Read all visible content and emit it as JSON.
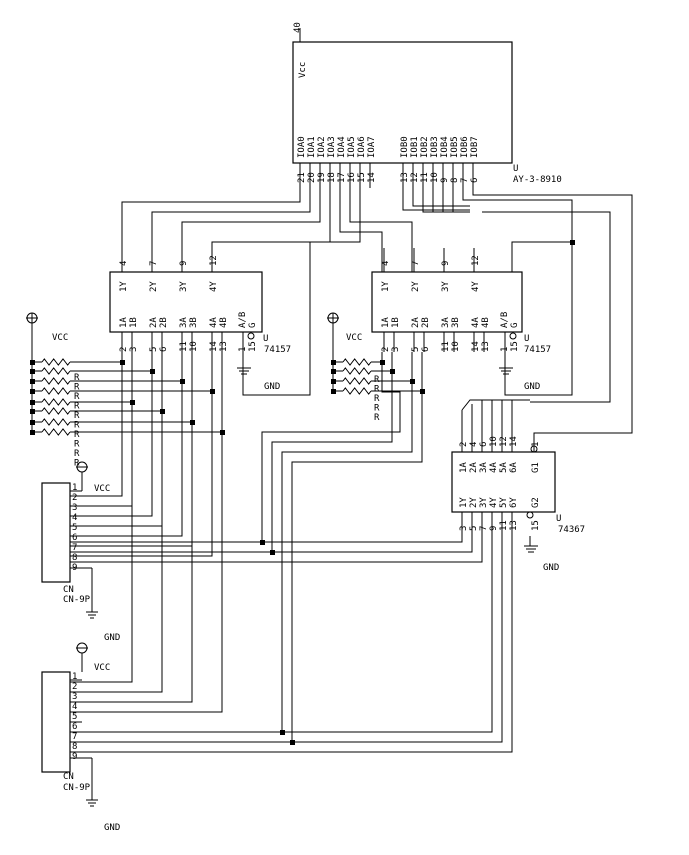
{
  "ay": {
    "name": "AY-3-8910",
    "ref": "U",
    "vcc_label": "Vcc",
    "vcc_pin": "40",
    "a_labels": [
      "IOA0",
      "IOA1",
      "IOA2",
      "IOA3",
      "IOA4",
      "IOA5",
      "IOA6",
      "IOA7"
    ],
    "a_pins": [
      "21",
      "20",
      "19",
      "18",
      "17",
      "16",
      "15",
      "14"
    ],
    "b_labels": [
      "IOB0",
      "IOB1",
      "IOB2",
      "IOB3",
      "IOB4",
      "IOB5",
      "IOB6",
      "IOB7"
    ],
    "b_pins": [
      "13",
      "12",
      "11",
      "10",
      "9",
      "8",
      "7",
      "6"
    ]
  },
  "mux1": {
    "name": "74157",
    "ref": "U",
    "y_labels": [
      "1Y",
      "2Y",
      "3Y",
      "4Y"
    ],
    "y_pins": [
      "4",
      "7",
      "9",
      "12"
    ],
    "in_labels": [
      "1A",
      "1B",
      "2A",
      "2B",
      "3A",
      "3B",
      "4A",
      "4B",
      "A/B",
      "G"
    ],
    "in_pins": [
      "2",
      "3",
      "5",
      "6",
      "11",
      "10",
      "14",
      "13",
      "1",
      "15"
    ],
    "gnd": "GND"
  },
  "mux2": {
    "name": "74157",
    "ref": "U",
    "y_labels": [
      "1Y",
      "2Y",
      "3Y",
      "4Y"
    ],
    "y_pins": [
      "4",
      "7",
      "9",
      "12"
    ],
    "in_labels": [
      "1A",
      "1B",
      "2A",
      "2B",
      "3A",
      "3B",
      "4A",
      "4B",
      "A/B",
      "G"
    ],
    "in_pins": [
      "2",
      "3",
      "5",
      "6",
      "11",
      "10",
      "14",
      "13",
      "1",
      "15"
    ],
    "gnd": "GND"
  },
  "buf": {
    "name": "74367",
    "ref": "U",
    "a_labels": [
      "1A",
      "2A",
      "3A",
      "4A",
      "5A",
      "6A"
    ],
    "a_pins": [
      "2",
      "4",
      "6",
      "10",
      "12",
      "14"
    ],
    "g1_label": "G1",
    "g1_pin": "1",
    "y_labels": [
      "1Y",
      "2Y",
      "3Y",
      "4Y",
      "5Y",
      "6Y"
    ],
    "y_pins": [
      "3",
      "5",
      "7",
      "9",
      "11",
      "13"
    ],
    "g2_label": "G2",
    "g2_pin": "15",
    "gnd": "GND"
  },
  "resistors": {
    "vcc": "VCC",
    "r1": [
      "R",
      "R",
      "R",
      "R",
      "R",
      "R",
      "R",
      "R",
      "R",
      "R"
    ],
    "r2": [
      "R",
      "R",
      "R",
      "R",
      "R"
    ]
  },
  "cn1": {
    "vcc": "VCC",
    "pins": [
      "1",
      "2",
      "3",
      "4",
      "5",
      "6",
      "7",
      "8",
      "9"
    ],
    "name": "CN",
    "part": "CN-9P",
    "gnd": "GND"
  },
  "cn2": {
    "vcc": "VCC",
    "pins": [
      "1",
      "2",
      "3",
      "4",
      "5",
      "6",
      "7",
      "8",
      "9"
    ],
    "name": "CN",
    "part": "CN-9P",
    "gnd": "GND"
  }
}
